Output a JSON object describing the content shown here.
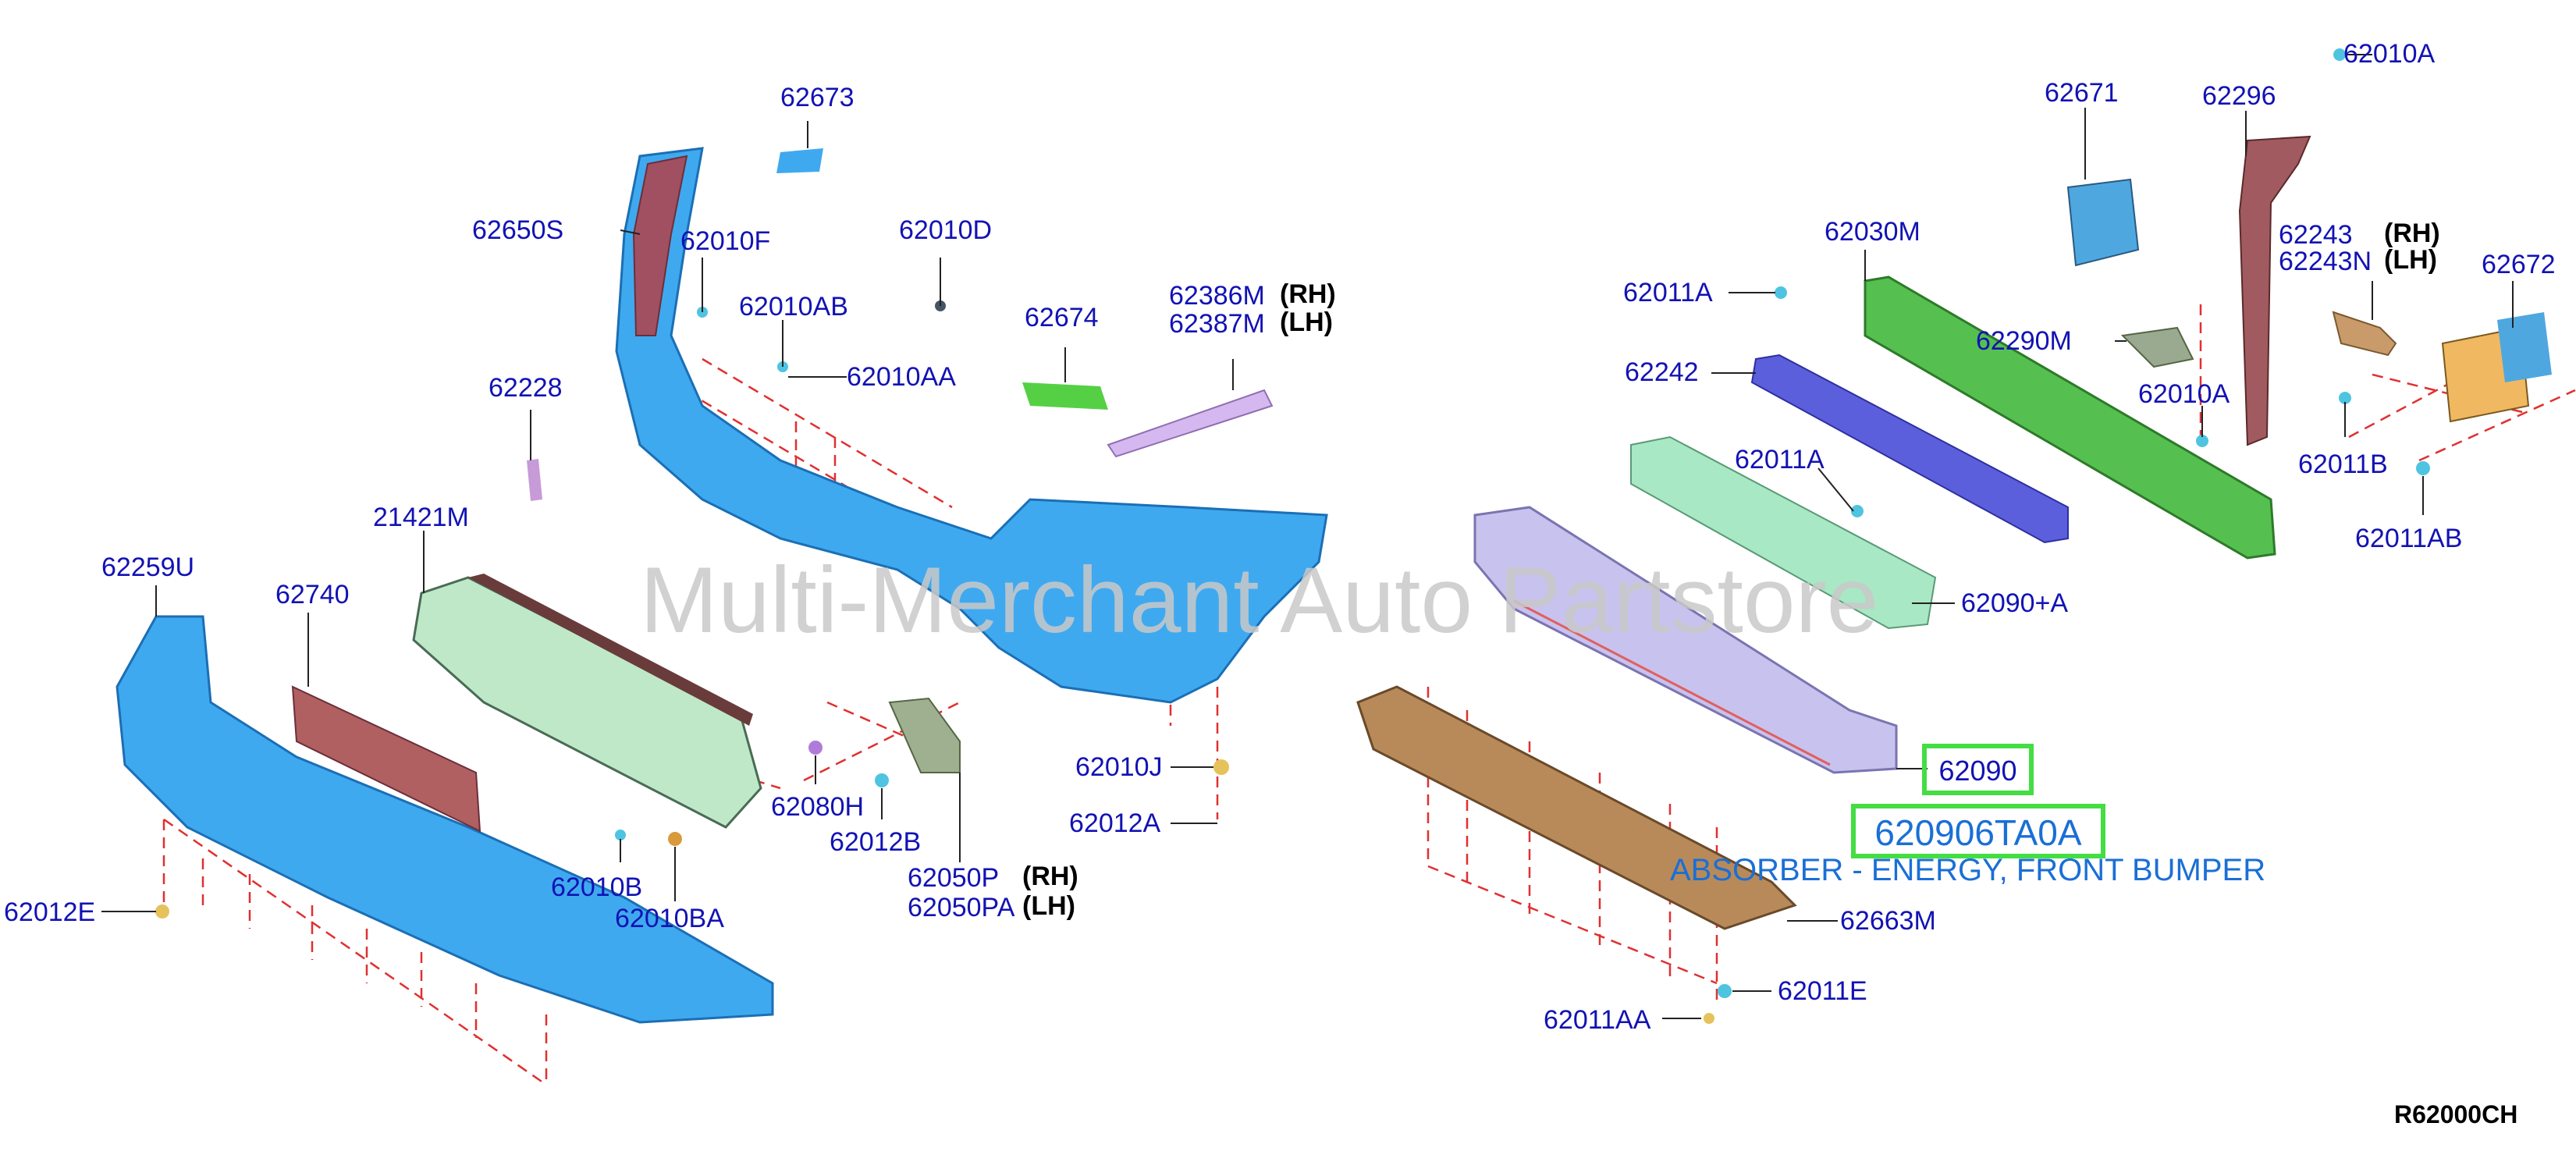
{
  "watermark": "Multi-Merchant Auto Partstore",
  "diagram_code": "R62000CH",
  "highlight": {
    "part_number": "620906TA0A",
    "description": "ABSORBER - ENERGY, FRONT BUMPER",
    "ref": "62090"
  },
  "colors": {
    "label": "#1212b4",
    "highlight_border": "#44dd44",
    "part_number_text": "#1a6fd6",
    "bumper_blue": "#3fa9f0",
    "reinforcement_green": "#55c04f",
    "absorber_lavender": "#c8c2ee",
    "undercover_brown": "#b88a5a",
    "leader_dash": "#e03030"
  },
  "callouts": {
    "c62673": "62673",
    "c62650S": "62650S",
    "c62010F": "62010F",
    "c62010D": "62010D",
    "c62010AB": "62010AB",
    "c62010AA": "62010AA",
    "c62674": "62674",
    "c62386M": "62386M",
    "c62387M": "62387M",
    "c62228": "62228",
    "c21421M": "21421M",
    "c62259U": "62259U",
    "c62740": "62740",
    "c62080H": "62080H",
    "c62012B": "62012B",
    "c62010B": "62010B",
    "c62010BA": "62010BA",
    "c62050P": "62050P",
    "c62050PA": "62050PA",
    "c62010J": "62010J",
    "c62012A": "62012A",
    "c62012E": "62012E",
    "c62011A_top": "62011A",
    "c62242": "62242",
    "c62030M": "62030M",
    "c62011A_mid": "62011A",
    "c62090A": "62090+A",
    "c62663M": "62663M",
    "c62011E": "62011E",
    "c62011AA": "62011AA",
    "c62671": "62671",
    "c62296": "62296",
    "c62010A_top": "62010A",
    "c62243": "62243",
    "c62243N": "62243N",
    "c62672": "62672",
    "c62290M": "62290M",
    "c62010A_mid": "62010A",
    "c62011B": "62011B",
    "c62011AB": "62011AB"
  },
  "sides": {
    "rh": "(RH)",
    "lh": "(LH)"
  }
}
